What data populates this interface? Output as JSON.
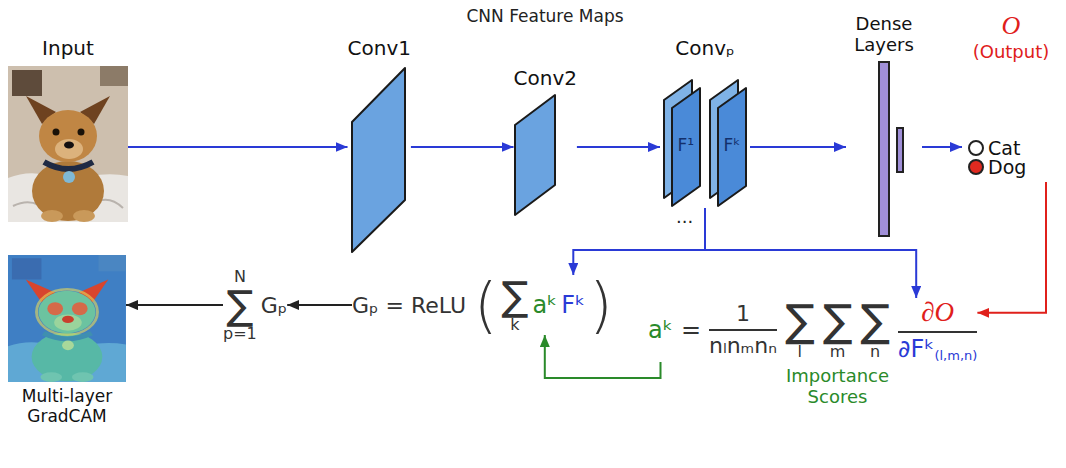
{
  "diagram": {
    "nodes": [
      {
        "text": [
          "Input"
        ]
      },
      {
        "text": [
          "Conv1"
        ]
      },
      {
        "text": [
          "Conv2"
        ]
      },
      {
        "text": [
          "Convₚ"
        ]
      },
      {
        "text": [
          "F¹"
        ],
        "in": 3
      },
      {
        "text": [
          "Fᵏ"
        ],
        "in": 3
      },
      {
        "text": [
          "Dense Layers"
        ]
      },
      {
        "text": [
          "O",
          "(Output)",
          "Cat",
          "Dog"
        ]
      },
      {
        "text": [
          "Multi-layer GradCAM"
        ]
      },
      {
        "text": [
          "N",
          "∑",
          "p=1",
          "Gₚ"
        ]
      },
      {
        "text": [
          "Gₚ = ReLU",
          "(",
          "∑",
          "k",
          "aᵏ",
          "Fᵏ",
          ")"
        ]
      },
      {
        "text": [
          "aᵏ",
          "=",
          "1",
          "nₗnₘnₙ",
          "∑",
          "l",
          "∑",
          "m",
          "∑",
          "n",
          "∂O",
          "∂Fᵏ",
          "(l,m,n)"
        ]
      }
    ],
    "edges": [
      {
        "from": 0,
        "to": 1,
        "arrow": "to"
      },
      {
        "from": 1,
        "to": 2,
        "arrow": "to"
      },
      {
        "from": 2,
        "to": 3,
        "arrow": "to"
      },
      {
        "from": 3,
        "to": 6,
        "arrow": "to"
      },
      {
        "from": 6,
        "to": 7,
        "arrow": "to"
      },
      {
        "from": 3,
        "to": 10,
        "arrow": "to"
      },
      {
        "from": 3,
        "to": 11,
        "arrow": "to"
      },
      {
        "from": 7,
        "to": 11,
        "arrow": "to"
      },
      {
        "from": 11,
        "to": 10,
        "arrow": "to"
      },
      {
        "from": 10,
        "to": 9,
        "arrow": "to"
      },
      {
        "from": 9,
        "to": 8,
        "arrow": "to"
      }
    ],
    "labels": [
      "CNN Feature Maps",
      "...",
      "Importance Scores"
    ]
  }
}
